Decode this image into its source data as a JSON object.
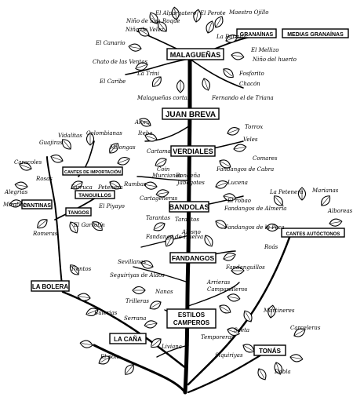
{
  "boxes": {
    "malaguenas": "MALAGUEÑAS",
    "granainas": "GRANAÍNAS",
    "medias_granainas": "MEDIAS GRANAÍNAS",
    "juan_breva": "JUAN BREVA",
    "verdiales": "VERDIALES",
    "cantes_importacion": "CANTES DE IMPORTACIÓN",
    "tanguillos": "TANGUILLOS",
    "cantinas": "CANTINAS",
    "tangos": "TANGOS",
    "bandolas": "BANDOLAS",
    "cantes_autoctonos": "CANTES AUTÓCTONOS",
    "fandangos": "FANDANGOS",
    "la_bolera": "LA BOLERA",
    "estilos_campero_1": "ESTILOS",
    "estilos_campero_2": "CAMPEROS",
    "la_cana": "LA CAÑA",
    "tonas": "TONÁS"
  },
  "labels": {
    "malaguenas": [
      "El Alpargatero",
      "El Perote",
      "Maestro Ojillo",
      "Niño de San Roque",
      "Niño de Velez",
      "La Barruta",
      "El Canario",
      "El Mellizo",
      "Chato de las Ventas",
      "Niño del huerto",
      "La Trini",
      "Fosforito",
      "El Caribe",
      "Chacón",
      "Malagueñas cortas",
      "Fernando el de Triana"
    ],
    "verdiales": [
      "Alora",
      "Torrox",
      "Iteba",
      "Veles",
      "Cartama",
      "Comares",
      "Coin",
      "Fandangos de Cabra"
    ],
    "bandolas": [
      "Murcianas",
      "Rondeña",
      "Jabegotes",
      "Lucena",
      "Cartageneras",
      "El robao",
      "Tarantas",
      "Fandangos de Almería",
      "Tarantos",
      "Fandangos de la Peza",
      "Fandango de Huelva",
      "Alosno"
    ],
    "importacion": [
      "Vidalitas",
      "Colombianas",
      "Guajiras",
      "Milongas",
      "Farruca",
      "Petenera",
      "Rumbas",
      "Caracoles",
      "Rosas",
      "Alegrías",
      "Mirabrás",
      "El Piyayo",
      "El Garrotín",
      "Romeras"
    ],
    "autoctonos": [
      "La Petenera",
      "Marianas",
      "Alboreas",
      "Roás"
    ],
    "fandangos": [
      "Sevillanas",
      "Fandanguillos",
      "Seguiriyas de Alaos",
      "Nanas",
      "Arrieras",
      "Campanilleros",
      "Trilleras",
      "Serrana",
      "Temporeras",
      "Liviana",
      "Saeta",
      "Martineres",
      "Carceleras",
      "Siquiriyas",
      "Debla"
    ],
    "bolera": [
      "Tientos",
      "Bulerias"
    ],
    "cana": [
      "El polo"
    ]
  }
}
